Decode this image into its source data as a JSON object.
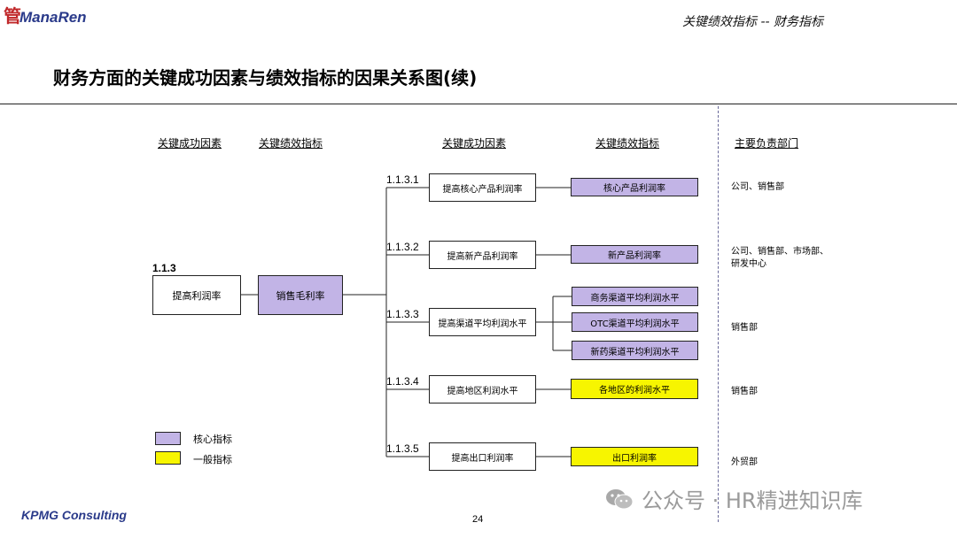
{
  "header": {
    "logo_text": "ManaRen",
    "logo_mark": "管",
    "section_title": "关键绩效指标 -- 财务指标"
  },
  "page_title": "财务方面的关键成功因素与绩效指标的因果关系图(续)",
  "columns": {
    "ksf_left": "关键成功因素",
    "kpi_left": "关键绩效指标",
    "ksf_right": "关键成功因素",
    "kpi_right": "关键绩效指标",
    "department": "主要负责部门"
  },
  "root": {
    "code": "1.1.3",
    "factor": "提高利润率",
    "kpi": "销售毛利率"
  },
  "branches": [
    {
      "code": "1.1.3.1",
      "factor": "提高核心产品利润率",
      "kpis": [
        {
          "label": "核心产品利润率",
          "type": "core"
        }
      ],
      "department": "公司、销售部"
    },
    {
      "code": "1.1.3.2",
      "factor": "提高新产品利润率",
      "kpis": [
        {
          "label": "新产品利润率",
          "type": "core"
        }
      ],
      "department": "公司、销售部、市场部、研发中心"
    },
    {
      "code": "1.1.3.3",
      "factor": "提高渠道平均利润水平",
      "kpis": [
        {
          "label": "商务渠道平均利润水平",
          "type": "core"
        },
        {
          "label": "OTC渠道平均利润水平",
          "type": "core"
        },
        {
          "label": "新药渠道平均利润水平",
          "type": "core"
        }
      ],
      "department": "销售部"
    },
    {
      "code": "1.1.3.4",
      "factor": "提高地区利润水平",
      "kpis": [
        {
          "label": "各地区的利润水平",
          "type": "general"
        }
      ],
      "department": "销售部"
    },
    {
      "code": "1.1.3.5",
      "factor": "提高出口利润率",
      "kpis": [
        {
          "label": "出口利润率",
          "type": "general"
        }
      ],
      "department": "外贸部"
    }
  ],
  "department_lines": {
    "d2_line1": "公司、销售部、市场部、",
    "d2_line2": "研发中心"
  },
  "legend": [
    {
      "label": "核心指标",
      "color": "#c2b4e6"
    },
    {
      "label": "一般指标",
      "color": "#f7f500"
    }
  ],
  "footer": {
    "brand": "KPMG Consulting",
    "page_number": "24"
  },
  "watermark": {
    "text": "公众号 · HR精进知识库",
    "icon": "wechat-icon"
  }
}
